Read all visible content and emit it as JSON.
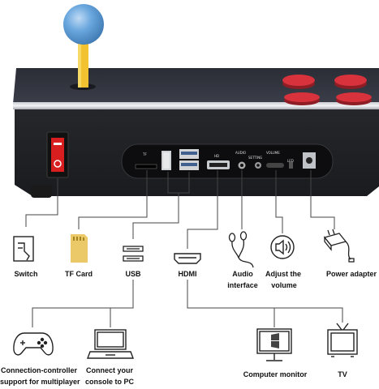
{
  "panel": {
    "port_marks": {
      "tf": "TF",
      "hdmi": "HD",
      "audio": "AUDIO",
      "setting": "SETTING",
      "volume": "VOLUME",
      "led": "LED"
    }
  },
  "labels": {
    "switch": "Switch",
    "tf_card": "TF Card",
    "usb": "USB",
    "hdmi": "HDMI",
    "audio_line1": "Audio",
    "audio_line2": "interface",
    "adjust_line1": "Adjust the",
    "adjust_line2": "volume",
    "power_adapter": "Power adapter",
    "controller_line1": "Connection-controller",
    "controller_line2": "support for multiplayer",
    "pc_line1": "Connect your",
    "pc_line2": "console to PC",
    "monitor": "Computer monitor",
    "tv": "TV"
  },
  "colors": {
    "ball": "#6aa7de",
    "stick": "#f2c230",
    "button": "#d8323c",
    "switch": "#d81e1e",
    "line": "#444444"
  },
  "icons": [
    "switch-icon",
    "tf-card-icon",
    "usb-icon",
    "hdmi-icon",
    "earphone-icon",
    "speaker-icon",
    "power-adapter-icon",
    "gamepad-icon",
    "laptop-icon",
    "monitor-icon",
    "tv-icon"
  ]
}
